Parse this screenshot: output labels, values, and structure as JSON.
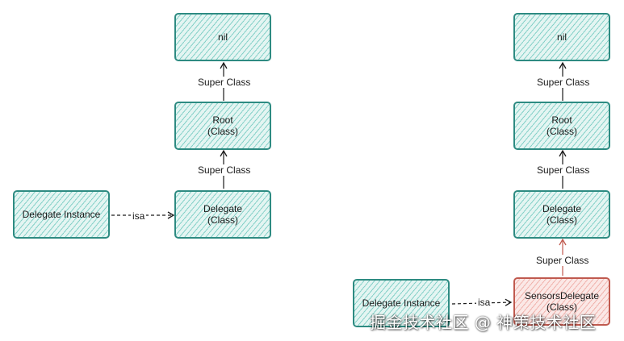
{
  "left_diagram": {
    "nil_box": "nil",
    "root_box": {
      "name": "Root",
      "kind": "(Class)"
    },
    "delegate_box": {
      "name": "Delegate",
      "kind": "(Class)"
    },
    "instance_box": "Delegate Instance",
    "super_class_label_1": "Super Class",
    "super_class_label_2": "Super Class",
    "isa_label": "isa"
  },
  "right_diagram": {
    "nil_box": "nil",
    "root_box": {
      "name": "Root",
      "kind": "(Class)"
    },
    "delegate_box": {
      "name": "Delegate",
      "kind": "(Class)"
    },
    "sensors_box": {
      "name": "SensorsDelegate",
      "kind": "(Class)"
    },
    "instance_box": "Delegate Instance",
    "super_class_label_1": "Super Class",
    "super_class_label_2": "Super Class",
    "super_class_label_3": "Super Class",
    "isa_label": "isa"
  },
  "watermark": "掘金技术社区 @ 神策技术社区",
  "colors": {
    "box_border": "#2e8b82",
    "box_fill": "#e4f5f2",
    "highlight_border": "#c05a4f",
    "highlight_fill": "#fbe8e6",
    "arrow": "#1a1a1a",
    "highlight_arrow": "#c05a4f"
  }
}
